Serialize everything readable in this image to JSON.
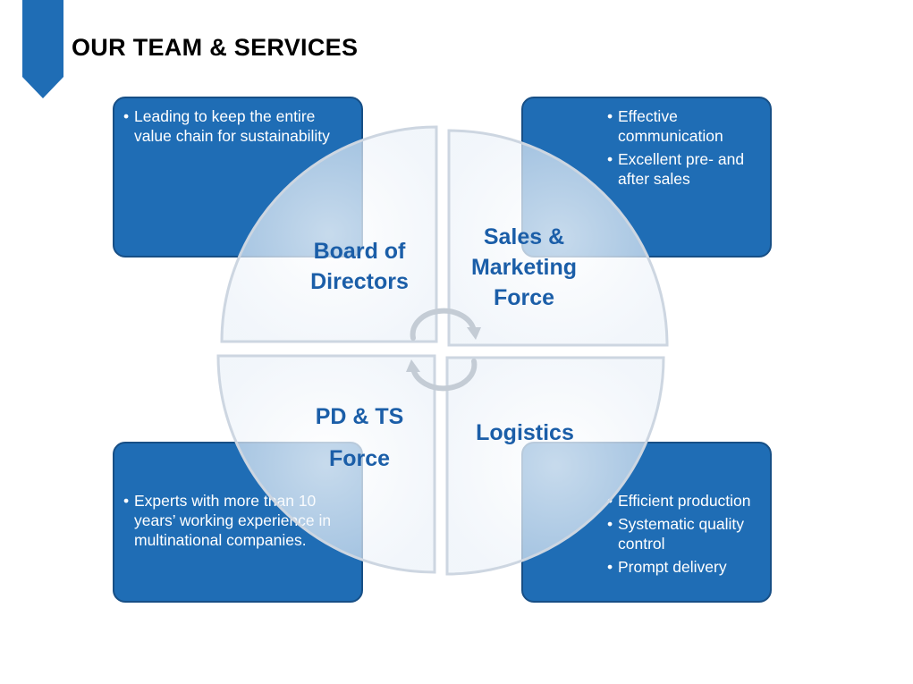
{
  "header": {
    "title": "OUR TEAM & SERVICES"
  },
  "colors": {
    "accent": "#1f6db5",
    "accent_dark": "#174f86",
    "label": "#1b5ea8"
  },
  "quadrants": {
    "board": {
      "title_lines": [
        "Board of",
        "Directors"
      ],
      "bullets": [
        "Leading to keep the entire value chain for sustainability"
      ]
    },
    "sales": {
      "title_lines": [
        "Sales &",
        "Marketing",
        "Force"
      ],
      "bullets": [
        "Effective communication",
        "Excellent pre- and after sales"
      ]
    },
    "pd": {
      "title_lines": [
        "PD & TS",
        "Force"
      ],
      "bullets": [
        "Experts with more than 10 years’ working experience in multinational companies."
      ]
    },
    "logistics": {
      "title_lines": [
        "Logistics"
      ],
      "bullets": [
        "Efficient production",
        "Systematic quality control",
        "Prompt delivery"
      ]
    }
  },
  "icons": {
    "center": "cycle-arrows-icon",
    "header": "ribbon-bookmark-icon"
  }
}
